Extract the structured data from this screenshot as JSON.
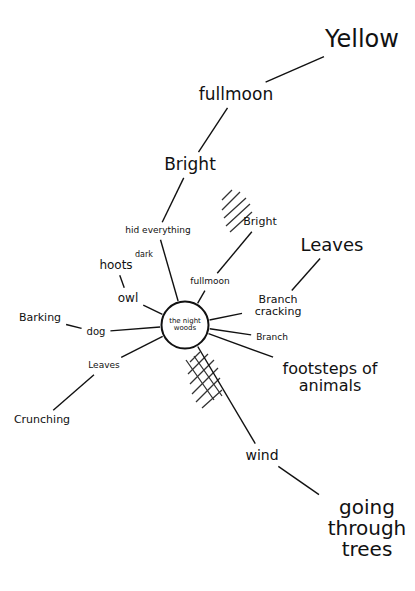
{
  "diagram": {
    "nodes": [
      {
        "text": [
          "the night woods"
        ]
      },
      {
        "text": [
          "hid everything"
        ]
      },
      {
        "text": [
          "Bright"
        ]
      },
      {
        "text": [
          "fullmoon"
        ]
      },
      {
        "text": [
          "Yellow"
        ]
      },
      {
        "text": [
          "fullmoon"
        ]
      },
      {
        "text": [
          "Bright"
        ]
      },
      {
        "text": [
          "Branch cracking"
        ]
      },
      {
        "text": [
          "Leaves"
        ]
      },
      {
        "text": [
          "Branch"
        ]
      },
      {
        "text": [
          "footsteps of animals"
        ]
      },
      {
        "text": [
          "wind"
        ]
      },
      {
        "text": [
          "going through trees"
        ]
      },
      {
        "text": [
          "owl"
        ]
      },
      {
        "text": [
          "hoots"
        ]
      },
      {
        "text": [
          "dog"
        ]
      },
      {
        "text": [
          "Barking"
        ]
      },
      {
        "text": [
          "Leaves"
        ]
      },
      {
        "text": [
          "Crunching"
        ]
      }
    ],
    "edges": [
      {
        "from": 0,
        "to": 1,
        "arrow": "none"
      },
      {
        "from": 1,
        "to": 2,
        "arrow": "none"
      },
      {
        "from": 2,
        "to": 3,
        "arrow": "none"
      },
      {
        "from": 3,
        "to": 4,
        "arrow": "none"
      },
      {
        "from": 0,
        "to": 5,
        "arrow": "none"
      },
      {
        "from": 5,
        "to": 6,
        "arrow": "none"
      },
      {
        "from": 0,
        "to": 7,
        "arrow": "none"
      },
      {
        "from": 7,
        "to": 8,
        "arrow": "none"
      },
      {
        "from": 0,
        "to": 9,
        "arrow": "none"
      },
      {
        "from": 0,
        "to": 10,
        "arrow": "none"
      },
      {
        "from": 0,
        "to": 11,
        "arrow": "none"
      },
      {
        "from": 11,
        "to": 12,
        "arrow": "none"
      },
      {
        "from": 0,
        "to": 13,
        "arrow": "none"
      },
      {
        "from": 13,
        "to": 14,
        "arrow": "none"
      },
      {
        "from": 0,
        "to": 15,
        "arrow": "none"
      },
      {
        "from": 15,
        "to": 16,
        "arrow": "none"
      },
      {
        "from": 0,
        "to": 17,
        "arrow": "none"
      },
      {
        "from": 17,
        "to": 18,
        "arrow": "none"
      }
    ],
    "labels": [
      "dark"
    ]
  }
}
